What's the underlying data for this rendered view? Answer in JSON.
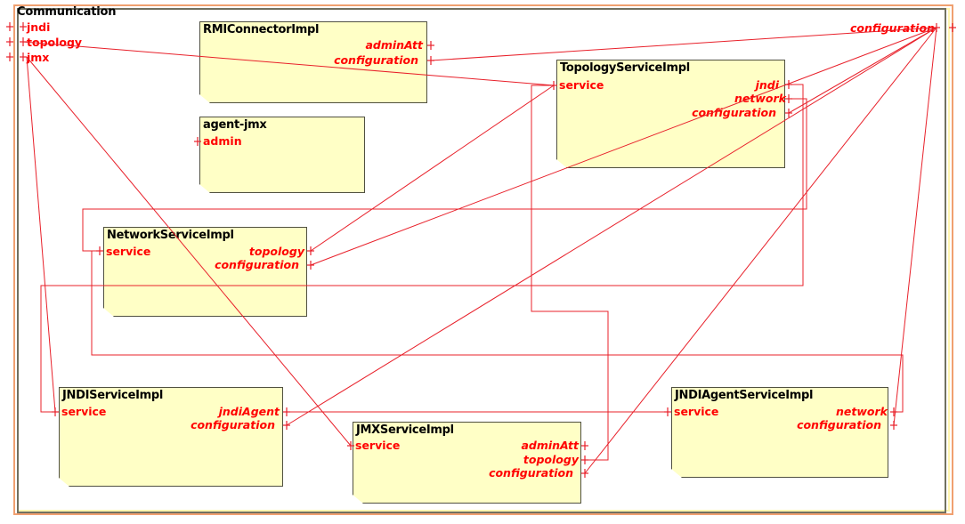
{
  "composite": {
    "name": "Communication",
    "properties": [
      "jndi",
      "topology",
      "jmx"
    ],
    "reference": "configuration"
  },
  "components": {
    "rmi": {
      "name": "RMIConnectorImpl",
      "references": [
        "adminAtt",
        "configuration"
      ]
    },
    "agentjmx": {
      "name": "agent-jmx",
      "services": [
        "admin"
      ]
    },
    "topology": {
      "name": "TopologyServiceImpl",
      "services": [
        "service"
      ],
      "references": [
        "jndi",
        "network",
        "configuration"
      ]
    },
    "network": {
      "name": "NetworkServiceImpl",
      "services": [
        "service"
      ],
      "references": [
        "topology",
        "configuration"
      ]
    },
    "jndi": {
      "name": "JNDIServiceImpl",
      "services": [
        "service"
      ],
      "references": [
        "jndiAgent",
        "configuration"
      ]
    },
    "jmx": {
      "name": "JMXServiceImpl",
      "services": [
        "service"
      ],
      "references": [
        "adminAtt",
        "topology",
        "configuration"
      ]
    },
    "jndiagent": {
      "name": "JNDIAgentServiceImpl",
      "services": [
        "service"
      ],
      "references": [
        "network",
        "configuration"
      ]
    }
  },
  "colors": {
    "wire": "#e8202a",
    "label": "#ff0000",
    "component_fill": "#ffffc6",
    "frame_outer": "#f0a070",
    "frame_border": "#707060"
  }
}
